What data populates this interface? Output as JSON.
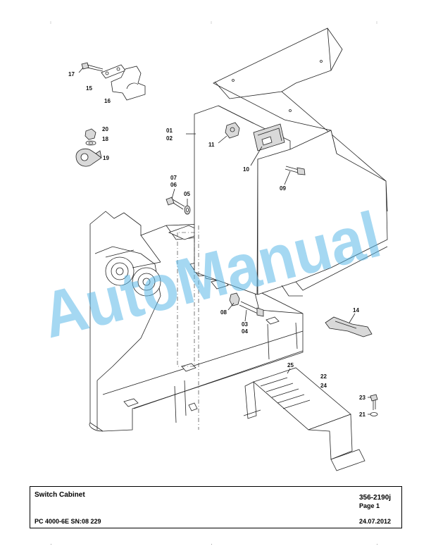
{
  "labels": {
    "p17": "17",
    "p15": "15",
    "p16": "16",
    "p20": "20",
    "p18": "18",
    "p19": "19",
    "p01": "01",
    "p02": "02",
    "p11": "11",
    "p10": "10",
    "p09": "09",
    "p07": "07",
    "p06": "06",
    "p05": "05",
    "p08": "08",
    "p03": "03",
    "p04": "04",
    "p14": "14",
    "p25": "25",
    "p22": "22",
    "p24": "24",
    "p23": "23",
    "p21": "21"
  },
  "watermark": "AutoManual",
  "title_block": {
    "title": "Switch Cabinet",
    "doc_number": "356-2190j",
    "page": "Page 1",
    "model": "PC 4000-6E SN:08 229",
    "date": "24.07.2012"
  },
  "colors": {
    "watermark": "#5bb8e8",
    "line": "#222222"
  }
}
